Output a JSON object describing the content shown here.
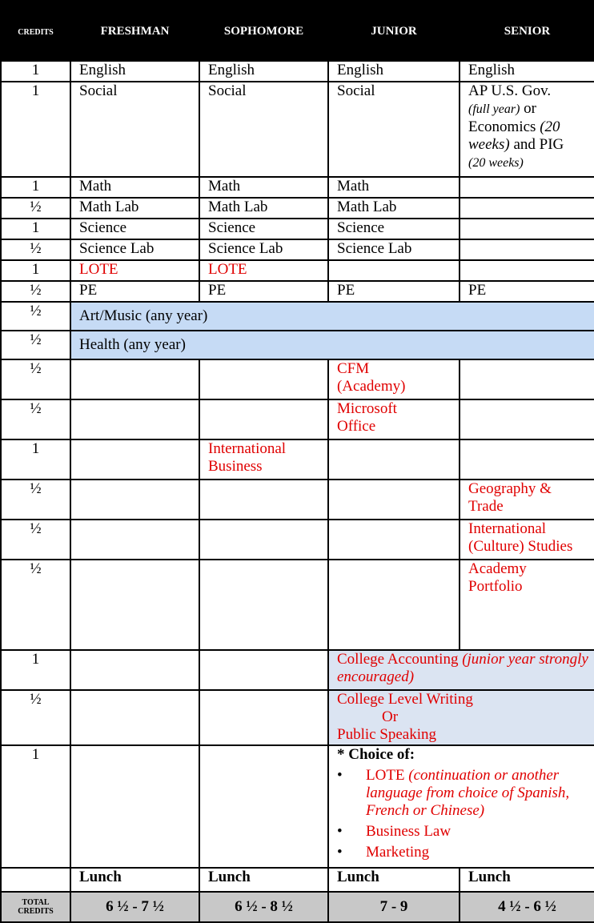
{
  "header": {
    "credits": "CREDITS",
    "freshman": "FRESHMAN",
    "sophomore": "SOPHOMORE",
    "junior": "JUNIOR",
    "senior": "SENIOR"
  },
  "rows": {
    "english": {
      "credit": "1",
      "fr": "English",
      "so": "English",
      "jr": "English",
      "sr": "English"
    },
    "social": {
      "credit": "1",
      "fr": "Social",
      "so": "Social",
      "jr": "Social",
      "sr_1": "AP U.S. Gov.",
      "sr_2": "(full year)",
      "sr_3": " or",
      "sr_4": "Economics",
      "sr_5": " (20 weeks)",
      "sr_6": " and PIG",
      "sr_7": "(20 weeks)"
    },
    "math": {
      "credit": "1",
      "fr": "Math",
      "so": "Math",
      "jr": "Math"
    },
    "math_lab": {
      "credit": "½",
      "fr": "Math Lab",
      "so": "Math Lab",
      "jr": "Math Lab"
    },
    "science": {
      "credit": "1",
      "fr": "Science",
      "so": "Science",
      "jr": "Science"
    },
    "science_lab": {
      "credit": "½",
      "fr": "Science Lab",
      "so": "Science Lab",
      "jr": "Science Lab"
    },
    "lote": {
      "credit": "1",
      "fr": "LOTE",
      "so": "LOTE"
    },
    "pe": {
      "credit": "½",
      "fr": "PE",
      "so": "PE",
      "jr": "PE",
      "sr": "PE"
    },
    "art": {
      "credit": "½",
      "text": "Art/Music (any year)"
    },
    "health": {
      "credit": "½",
      "text": "Health (any year)"
    },
    "cfm": {
      "credit": "½",
      "jr_1": "CFM",
      "jr_2": "(Academy)"
    },
    "msoffice": {
      "credit": "½",
      "jr_1": "Microsoft",
      "jr_2": "Office"
    },
    "intl_business": {
      "credit": "1",
      "so_1": "International",
      "so_2": "Business"
    },
    "geography": {
      "credit": "½",
      "sr_1": "Geography &",
      "sr_2": "Trade"
    },
    "intl_studies": {
      "credit": "½",
      "sr_1": "International",
      "sr_2": "(Culture) Studies"
    },
    "portfolio": {
      "credit": "½",
      "sr_1": "Academy",
      "sr_2": "Portfolio"
    },
    "accounting": {
      "credit": "1",
      "text": "College Accounting ",
      "note": "(junior year strongly encouraged)"
    },
    "writing": {
      "credit": "½",
      "line1": "College Level Writing",
      "line2": "Or",
      "line3": "Public Speaking"
    },
    "choice": {
      "credit": "1",
      "title": "* Choice of:",
      "opt1": "LOTE ",
      "opt1_note": "(continuation or another language from choice of Spanish, French or Chinese)",
      "opt2": "Business Law",
      "opt3": "Marketing"
    }
  },
  "lunch": {
    "fr": "Lunch",
    "so": "Lunch",
    "jr": "Lunch",
    "sr": "Lunch"
  },
  "totals": {
    "label_1": "TOTAL",
    "label_2": "CREDITS",
    "fr": "6 ½ - 7 ½",
    "so": "6 ½ - 8 ½",
    "jr": "7 - 9",
    "sr": "4 ½ - 6 ½"
  }
}
